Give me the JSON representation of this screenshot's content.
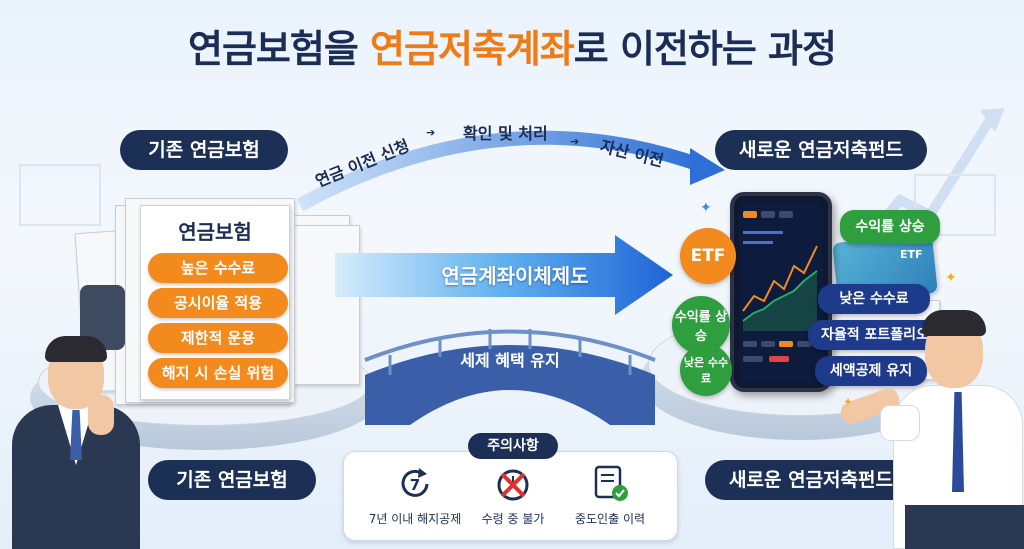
{
  "title": {
    "part1": "연금보험을 ",
    "highlight": "연금저축계좌",
    "part2": "로 이전하는 과정"
  },
  "left": {
    "label_top": "기존 연금보험",
    "label_bottom": "기존 연금보험",
    "doc_title": "연금보험",
    "features": [
      "높은 수수료",
      "공시이율 적용",
      "제한적 운용",
      "해지 시 손실 위험"
    ]
  },
  "right": {
    "label_top": "새로운 연금저축펀드",
    "label_bottom": "새로운 연금저축펀드",
    "etf_badge": "ETF",
    "bubbles": [
      "수익률 상승",
      "낮은 수수료"
    ],
    "top_pill": "수익률 상승",
    "features": [
      "낮은 수수료",
      "자율적 포트폴리오",
      "세액공제 유지"
    ],
    "card_label": "ETF"
  },
  "flow": {
    "steps": [
      "연금 이전 신청",
      "확인 및 처리",
      "자산 이전"
    ],
    "main_arrow": "연금계좌이체제도",
    "bridge_label": "세제 혜택 유지"
  },
  "warning": {
    "title": "주의사항",
    "items": [
      {
        "icon": "seven-year-cycle-icon",
        "label": "7년 이내 해지공제",
        "number": "7"
      },
      {
        "icon": "prohibited-clock-icon",
        "label": "수령 중 불가"
      },
      {
        "icon": "document-check-icon",
        "label": "중도인출 이력"
      }
    ]
  },
  "colors": {
    "navy": "#1c2f55",
    "orange": "#f28a1e",
    "green": "#2f9e3f",
    "blue": "#2563eb"
  }
}
